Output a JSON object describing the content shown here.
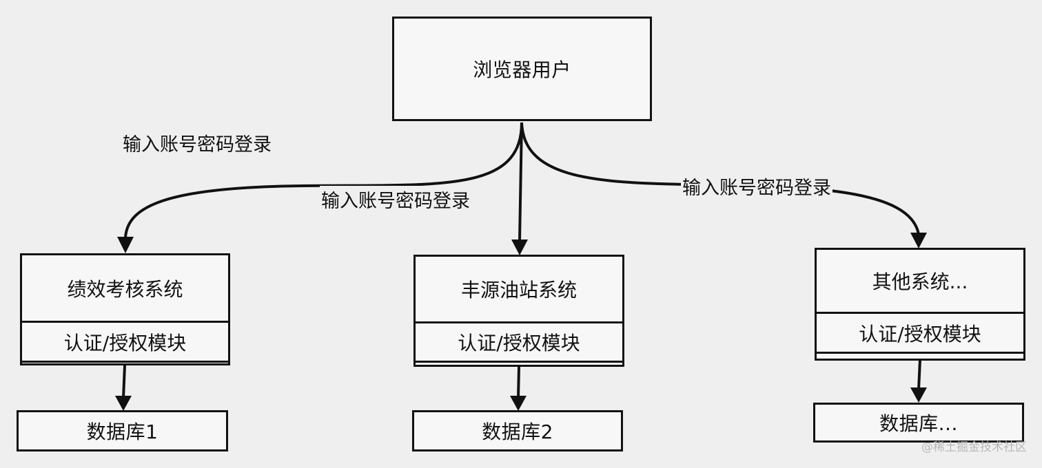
{
  "nodes": {
    "user": "浏览器用户",
    "sys1": {
      "title": "绩效考核系统",
      "module": "认证/授权模块"
    },
    "sys2": {
      "title": "丰源油站系统",
      "module": "认证/授权模块"
    },
    "sys3": {
      "title": "其他系统...",
      "module": "认证/授权模块"
    },
    "db1": "数据库1",
    "db2": "数据库2",
    "db3": "数据库..."
  },
  "edges": {
    "label_left": "输入账号密码登录",
    "label_middle": "输入账号密码登录",
    "label_right": "输入账号密码登录"
  },
  "watermark": "@稀土掘金技术社区"
}
